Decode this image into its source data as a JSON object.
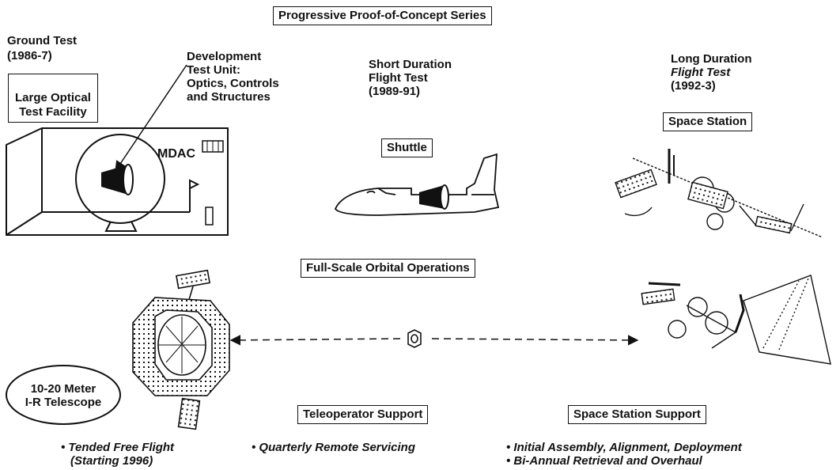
{
  "header": {
    "series_title": "Progressive Proof-of-Concept Series"
  },
  "ground_test": {
    "title": "Ground Test",
    "years": "(1986-7)",
    "facility": "Large Optical\nTest Facility",
    "unit_title": "Development",
    "unit_desc": "Test Unit:\nOptics, Controls\nand Structures",
    "building_label": "MDAC"
  },
  "short_flight": {
    "line1": "Short Duration",
    "line2": "Flight Test",
    "years": "(1989-91)",
    "vehicle": "Shuttle"
  },
  "long_flight": {
    "line1": "Long Duration",
    "line2": "Flight Test",
    "years": "(1992-3)",
    "vehicle": "Space Station"
  },
  "operations": {
    "title": "Full-Scale Orbital Operations",
    "telescope": "10-20 Meter\nI-R Telescope",
    "teleoperator_box": "Teleoperator Support",
    "station_box": "Space Station Support",
    "bullets_free_flight": [
      "Tended Free Flight",
      "(Starting 1996)"
    ],
    "bullets_teleoperator": [
      "Quarterly Remote Servicing"
    ],
    "bullets_station": [
      "Initial Assembly, Alignment, Deployment",
      "Bi-Annual Retrieval and Overhaul"
    ]
  }
}
